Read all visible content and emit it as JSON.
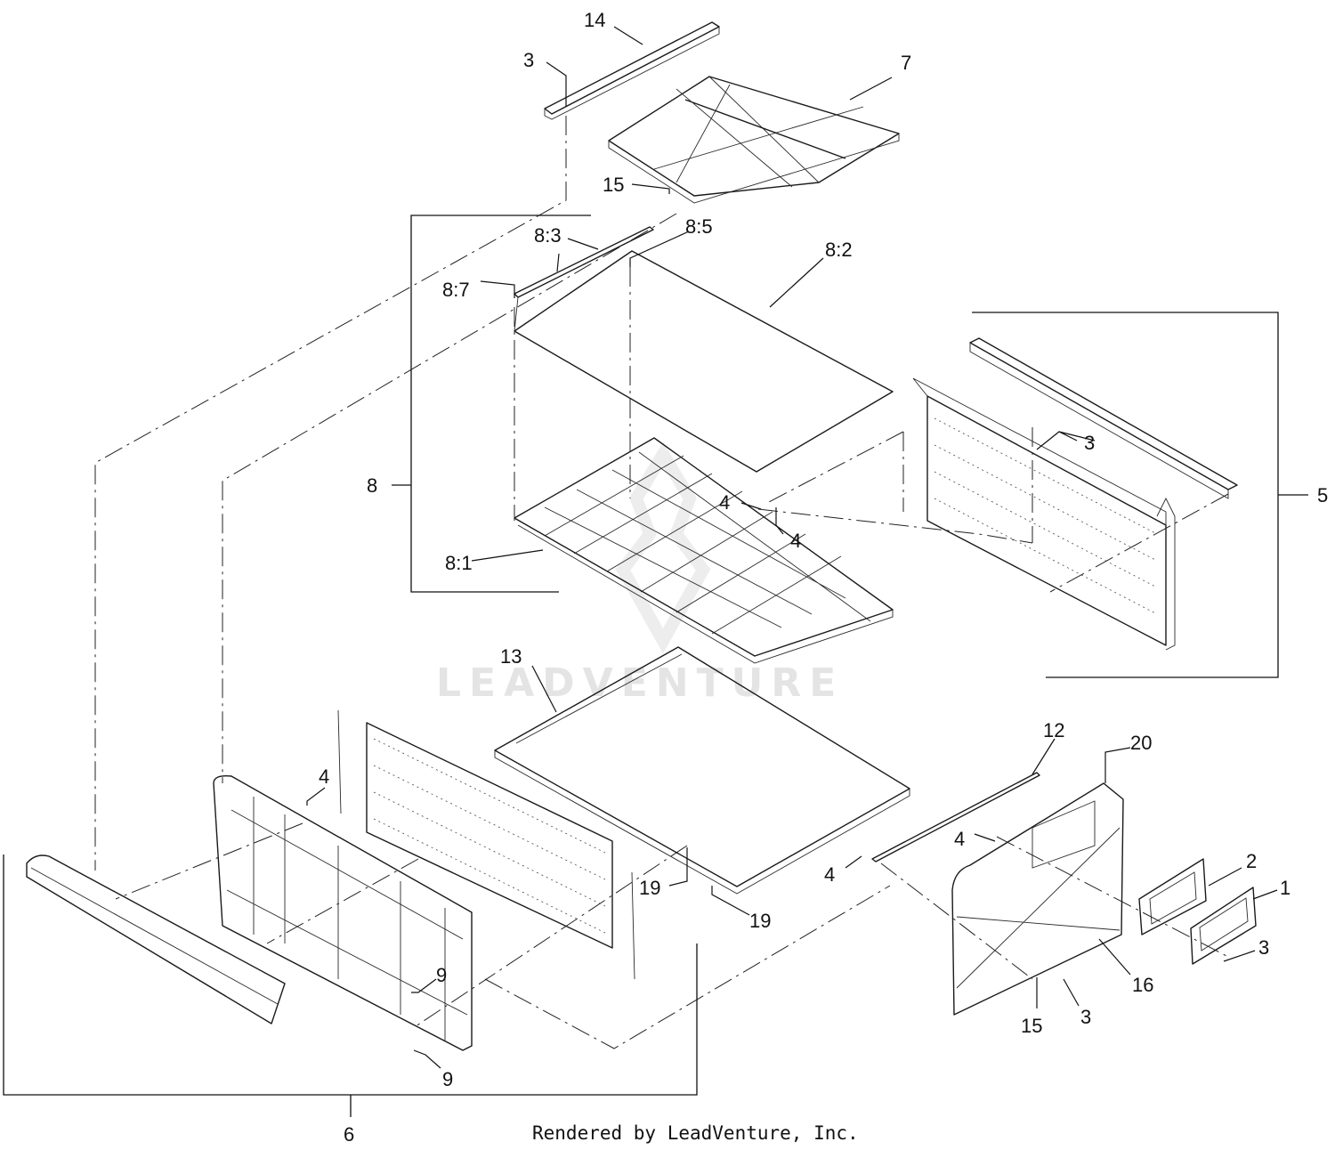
{
  "watermark": "LEADVENTURE",
  "footer": "Rendered by LeadVenture, Inc.",
  "callouts": {
    "c14": "14",
    "c3_top": "3",
    "c7": "7",
    "c15_top": "15",
    "c8_3": "8:3",
    "c8_5": "8:5",
    "c8_7": "8:7",
    "c8_2": "8:2",
    "c8": "8",
    "c4_a": "4",
    "c4_b": "4",
    "c8_1": "8:1",
    "c3_panel": "3",
    "c5": "5",
    "c13": "13",
    "c12": "12",
    "c20": "20",
    "c4_left": "4",
    "c4_c": "4",
    "c4_d": "4",
    "c19_a": "19",
    "c19_b": "19",
    "c2": "2",
    "c1": "1",
    "c3_r": "3",
    "c16": "16",
    "c3_b": "3",
    "c15_b": "15",
    "c9_a": "9",
    "c9_b": "9",
    "c6": "6"
  }
}
